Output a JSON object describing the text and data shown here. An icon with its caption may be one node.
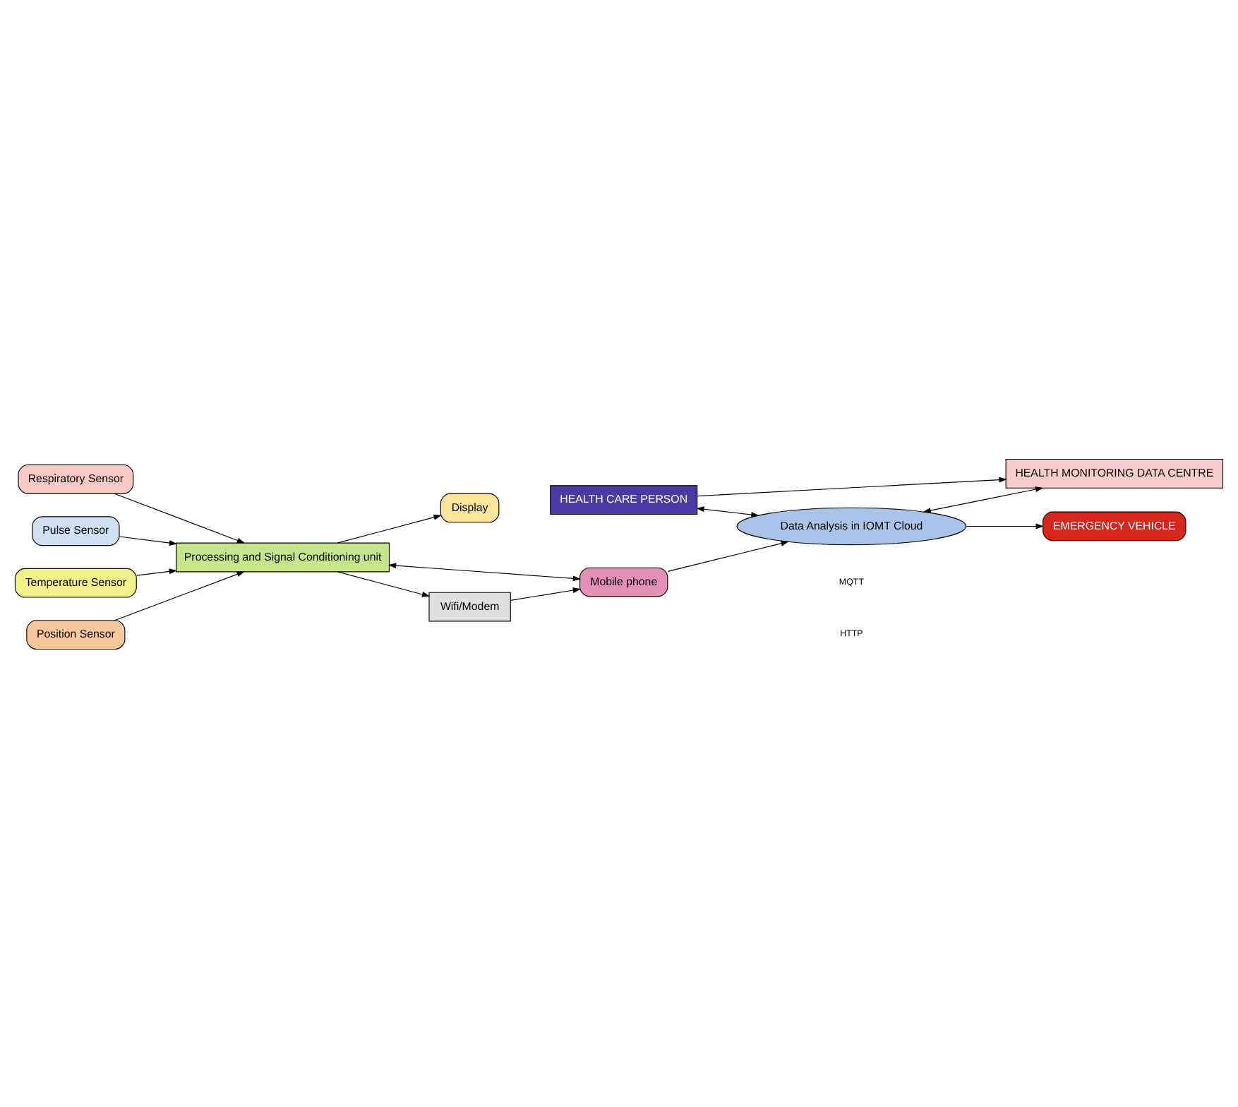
{
  "diagram": {
    "nodes": [
      {
        "text": [
          "Data Analysis in IOMT Cloud"
        ]
      },
      {
        "text": [
          "Display"
        ]
      },
      {
        "text": [
          "Mobile phone"
        ]
      },
      {
        "text": [
          "Respiratory Sensor"
        ]
      },
      {
        "text": [
          "Wifi/Modem"
        ]
      },
      {
        "text": [
          "Pulse Sensor"
        ]
      },
      {
        "text": [
          "Processing and Signal Conditioning unit"
        ]
      },
      {
        "text": [
          "Temperature Sensor"
        ]
      },
      {
        "text": [
          "Position Sensor"
        ]
      },
      {
        "text": [
          "HEALTH MONITORING DATA CENTRE"
        ]
      },
      {
        "text": [
          "HEALTH CARE PERSON"
        ]
      },
      {
        "text": [
          "EMERGENCY VEHICLE"
        ]
      }
    ],
    "edges": [
      {
        "from": 3,
        "to": 6,
        "arrow": "to"
      },
      {
        "from": 5,
        "to": 6,
        "arrow": "to"
      },
      {
        "from": 7,
        "to": 6,
        "arrow": "to"
      },
      {
        "from": 8,
        "to": 6,
        "arrow": "to"
      },
      {
        "from": 6,
        "to": 1,
        "arrow": "to"
      },
      {
        "from": 6,
        "to": 2,
        "arrow": "both"
      },
      {
        "from": 6,
        "to": 4,
        "arrow": "to"
      },
      {
        "from": 4,
        "to": 2,
        "arrow": "to"
      },
      {
        "from": 2,
        "to": 0,
        "arrow": "to"
      },
      {
        "from": 0,
        "to": 11,
        "arrow": "to"
      },
      {
        "from": 0,
        "to": 9,
        "arrow": "both"
      },
      {
        "from": 10,
        "to": 0,
        "arrow": "both"
      },
      {
        "from": 10,
        "to": 9,
        "arrow": "to"
      }
    ],
    "labels": [
      "MQTT",
      "HTTP"
    ]
  }
}
